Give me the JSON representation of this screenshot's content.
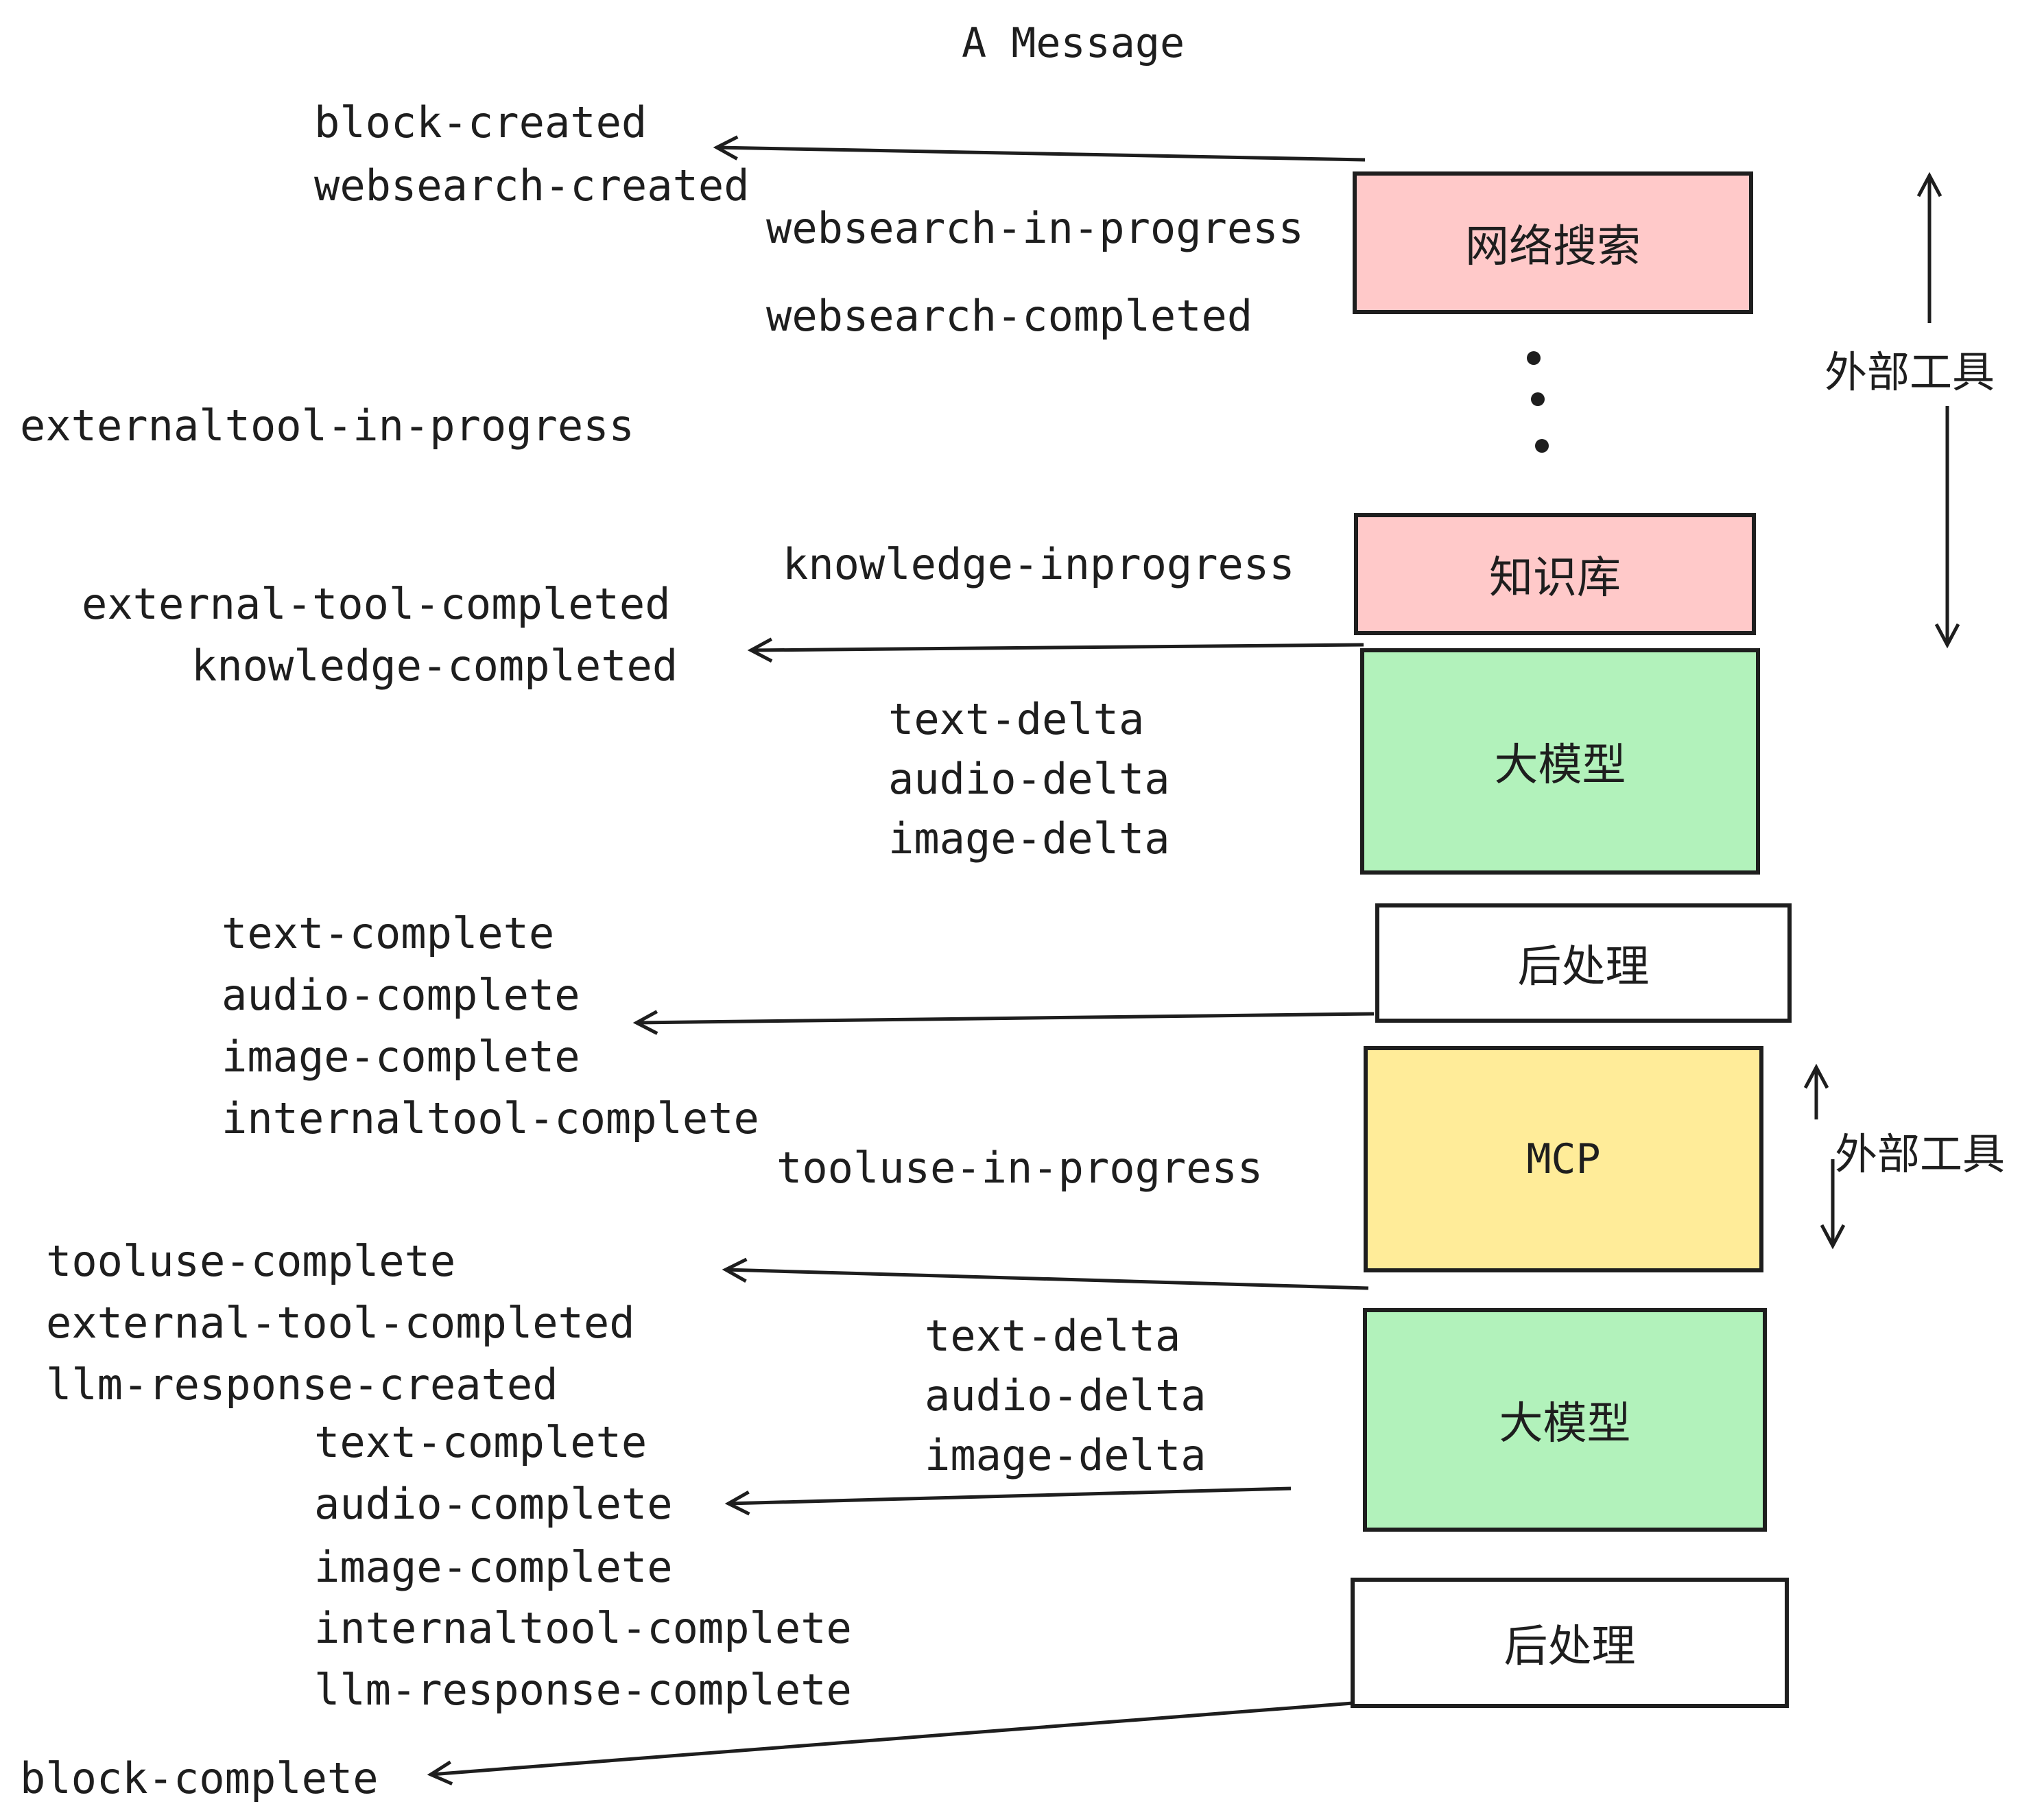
{
  "title": "A Message",
  "colors": {
    "stroke": "#1e1e1e",
    "pink": "#ffc9c9",
    "green": "#b2f2bb",
    "yellow": "#ffec99",
    "white": "#ffffff"
  },
  "boxes": [
    {
      "id": "websearch",
      "label": "网络搜索",
      "fill": "#ffc9c9"
    },
    {
      "id": "knowledge",
      "label": "知识库",
      "fill": "#ffc9c9"
    },
    {
      "id": "llm-1",
      "label": "大模型",
      "fill": "#b2f2bb"
    },
    {
      "id": "post-1",
      "label": "后处理",
      "fill": "#ffffff"
    },
    {
      "id": "mcp",
      "label": "MCP",
      "fill": "#ffec99"
    },
    {
      "id": "llm-2",
      "label": "大模型",
      "fill": "#b2f2bb"
    },
    {
      "id": "post-2",
      "label": "后处理",
      "fill": "#ffffff"
    }
  ],
  "side_labels": [
    {
      "id": "external-tools-1",
      "label": "外部工具"
    },
    {
      "id": "external-tools-2",
      "label": "外部工具"
    }
  ],
  "events": [
    {
      "label": "block-created"
    },
    {
      "label": "websearch-created"
    },
    {
      "label": "websearch-in-progress"
    },
    {
      "label": "websearch-completed"
    },
    {
      "label": "externaltool-in-progress"
    },
    {
      "label": "knowledge-inprogress"
    },
    {
      "label": "external-tool-completed"
    },
    {
      "label": "knowledge-completed"
    },
    {
      "label": "text-delta"
    },
    {
      "label": "audio-delta"
    },
    {
      "label": "image-delta"
    },
    {
      "label": "text-complete"
    },
    {
      "label": "audio-complete"
    },
    {
      "label": "image-complete"
    },
    {
      "label": "internaltool-complete"
    },
    {
      "label": "tooluse-in-progress"
    },
    {
      "label": "tooluse-complete"
    },
    {
      "label": "external-tool-completed"
    },
    {
      "label": "llm-response-created"
    },
    {
      "label": "text-complete"
    },
    {
      "label": "audio-complete"
    },
    {
      "label": "text-delta"
    },
    {
      "label": "audio-delta"
    },
    {
      "label": "image-delta"
    },
    {
      "label": "image-complete"
    },
    {
      "label": "internaltool-complete"
    },
    {
      "label": "llm-response-complete"
    },
    {
      "label": "block-complete"
    }
  ]
}
